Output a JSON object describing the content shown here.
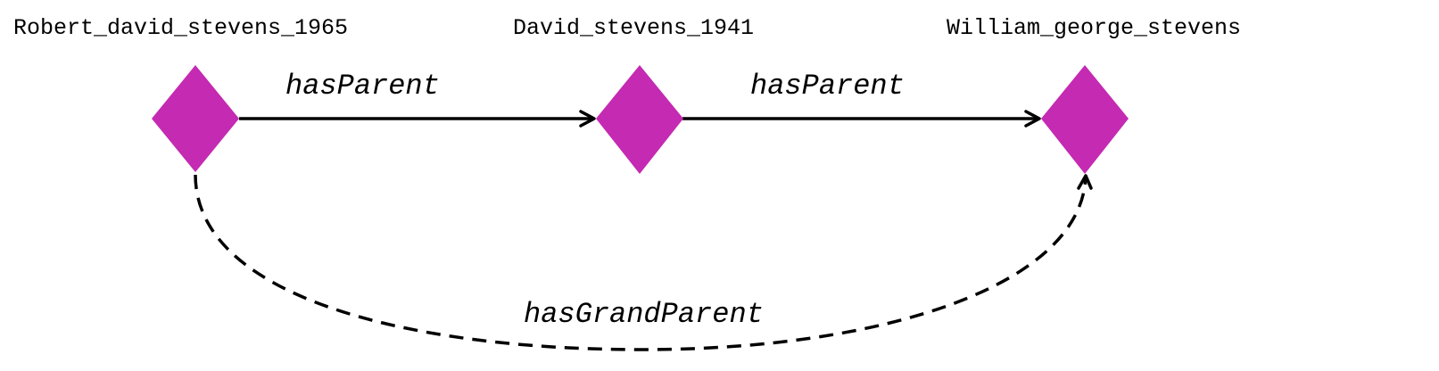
{
  "colors": {
    "node_fill": "#C42AB2",
    "edge_stroke": "#000000"
  },
  "nodes": [
    {
      "id": "n1",
      "label": "Robert_david_stevens_1965"
    },
    {
      "id": "n2",
      "label": "David_stevens_1941"
    },
    {
      "id": "n3",
      "label": "William_george_stevens"
    }
  ],
  "edges": [
    {
      "from": "n1",
      "to": "n2",
      "label": "hasParent",
      "style": "solid"
    },
    {
      "from": "n2",
      "to": "n3",
      "label": "hasParent",
      "style": "solid"
    },
    {
      "from": "n1",
      "to": "n3",
      "label": "hasGrandParent",
      "style": "dashed"
    }
  ]
}
